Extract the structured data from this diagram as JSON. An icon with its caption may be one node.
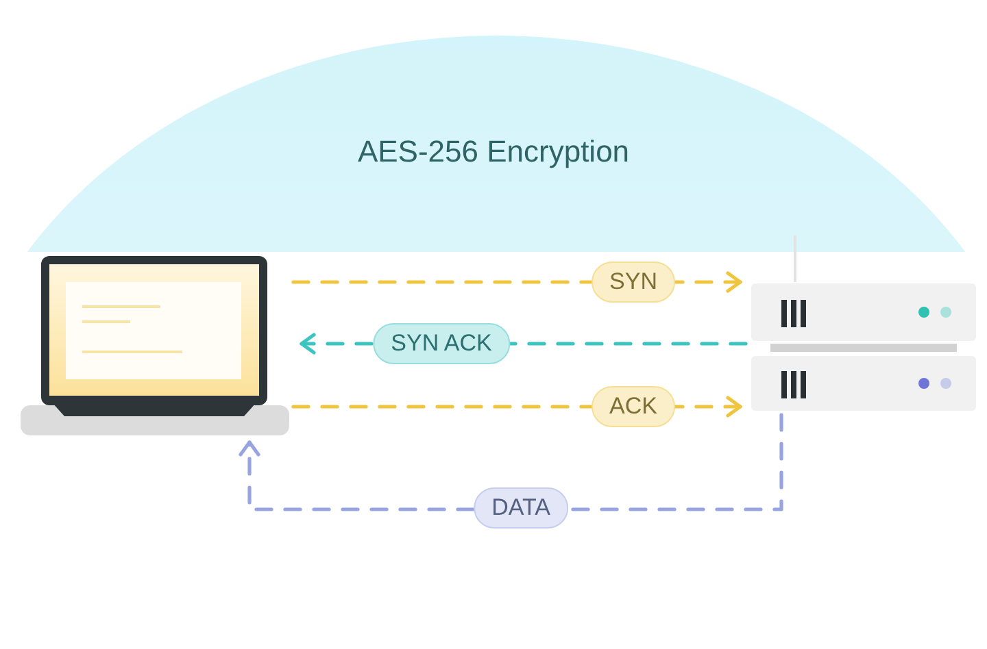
{
  "diagram": {
    "title": "AES-256 Encryption",
    "nodes": [
      {
        "text": [],
        "shape": "picture"
      },
      {
        "text": [],
        "shape": "picture"
      }
    ],
    "edges": [
      {
        "from": 0,
        "to": 1,
        "arrow": "to",
        "label": "SYN",
        "style": "dashed",
        "color": "#efc53f"
      },
      {
        "from": 1,
        "to": 0,
        "arrow": "to",
        "label": "SYN ACK",
        "style": "dashed",
        "color": "#3cc4c1"
      },
      {
        "from": 0,
        "to": 1,
        "arrow": "to",
        "label": "ACK",
        "style": "dashed",
        "color": "#efc53f"
      },
      {
        "from": 1,
        "to": 0,
        "arrow": "to",
        "label": "DATA",
        "style": "dashed",
        "color": "#98a4e2"
      }
    ]
  }
}
